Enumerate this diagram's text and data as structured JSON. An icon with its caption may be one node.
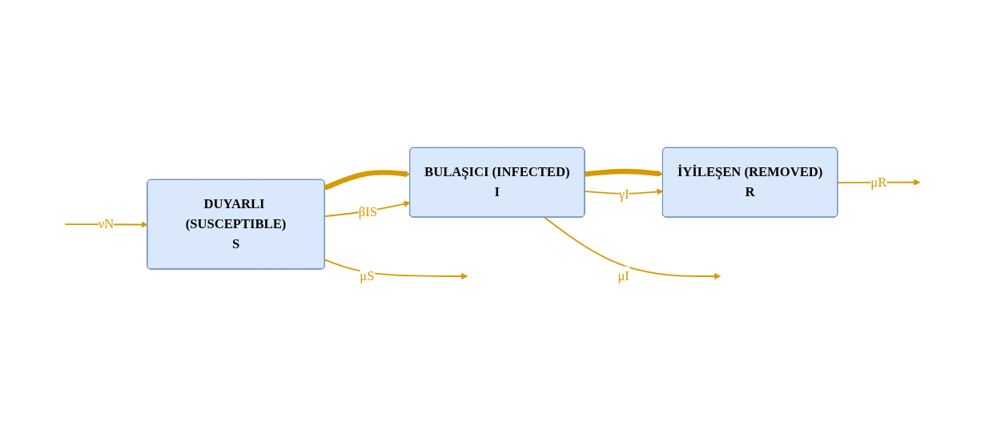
{
  "diagram": {
    "nodes": [
      {
        "text": [
          "DUYARLI (SUSCEPTIBLE)",
          "S"
        ]
      },
      {
        "text": [
          "BULAŞICI (INFECTED)",
          "I"
        ]
      },
      {
        "text": [
          "İYİLEŞEN (REMOVED)",
          "R"
        ]
      }
    ],
    "edges": [
      {
        "from": null,
        "to": 0,
        "arrow": "to",
        "label": "νN"
      },
      {
        "from": 0,
        "to": 1,
        "arrow": "to",
        "style": "thick"
      },
      {
        "from": 1,
        "to": 2,
        "arrow": "to",
        "style": "thick"
      },
      {
        "from": 0,
        "to": 1,
        "arrow": "to",
        "label": "βIS"
      },
      {
        "from": 1,
        "to": 2,
        "arrow": "to",
        "label": "γI"
      },
      {
        "from": 0,
        "to": null,
        "arrow": "to",
        "label": "μS"
      },
      {
        "from": 1,
        "to": null,
        "arrow": "to",
        "label": "μI"
      },
      {
        "from": 2,
        "to": null,
        "arrow": "to",
        "label": "μR"
      }
    ]
  }
}
